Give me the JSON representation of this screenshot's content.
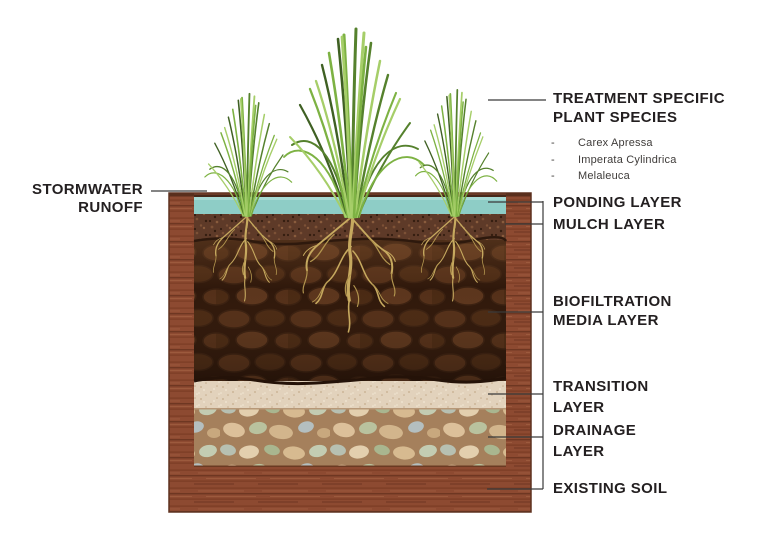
{
  "labels": {
    "stormwater_line1": "STORMWATER",
    "stormwater_line2": "RUNOFF",
    "heading_line1": "TREATMENT SPECIFIC",
    "heading_line2": "PLANT SPECIES",
    "bullet": "-",
    "species": [
      "Carex Apressa",
      "Imperata Cylindrica",
      "Melaleuca"
    ],
    "ponding": "PONDING LAYER",
    "mulch": "MULCH LAYER",
    "biofiltration_line1": "BIOFILTRATION",
    "biofiltration_line2": "MEDIA LAYER",
    "transition_line1": "TRANSITION",
    "transition_line2": "LAYER",
    "drainage_line1": "DRAINAGE",
    "drainage_line2": "LAYER",
    "existing_soil": "EXISTING SOIL"
  },
  "colors": {
    "ponding_water": "#8ecdc6",
    "planter_wood": "#8d4a31",
    "mulch": "#5e3a28",
    "biofiltration_media": "#4c2b15",
    "transition": "#e2d2bc",
    "drainage": "#a5805c",
    "grass_green": "#7db243",
    "roots": "#c6a95f",
    "label_text": "#231f20",
    "leader_line": "#3a3a3a"
  }
}
